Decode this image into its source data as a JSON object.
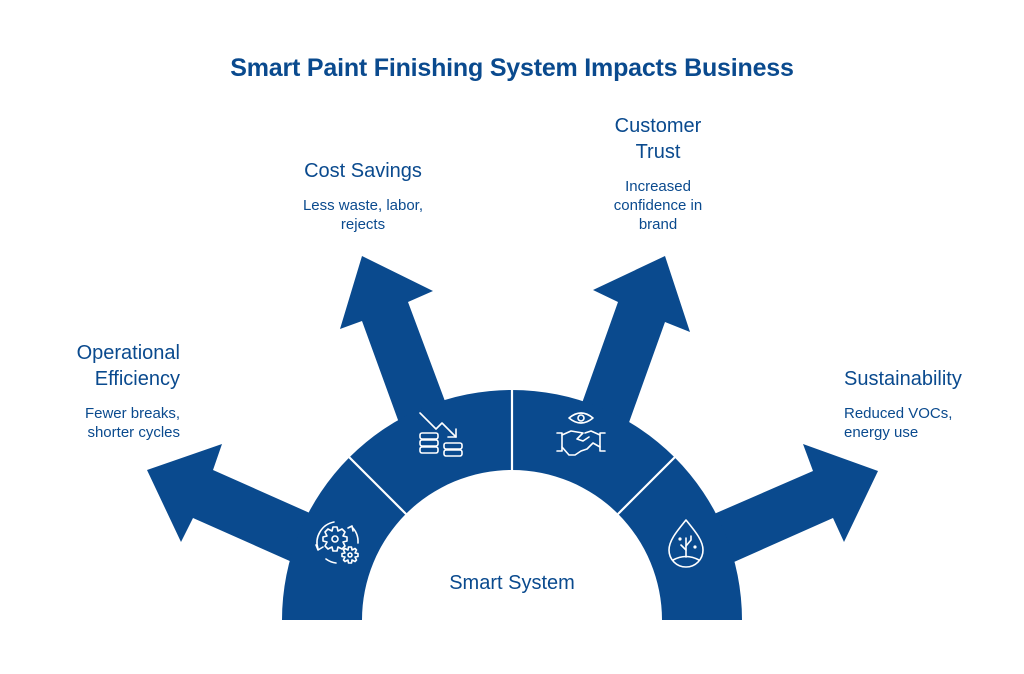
{
  "title": "Smart Paint Finishing System Impacts Business",
  "center_label": "Smart System",
  "colors": {
    "primary": "#0A4A8E",
    "background": "#FFFFFF",
    "icon_stroke": "#FFFFFF"
  },
  "impacts": [
    {
      "id": "operational-efficiency",
      "title_lines": [
        "Operational",
        "Efficiency"
      ],
      "description_lines": [
        "Fewer breaks,",
        "shorter cycles"
      ],
      "icon": "gears-cycle-icon"
    },
    {
      "id": "cost-savings",
      "title_lines": [
        "Cost Savings"
      ],
      "description_lines": [
        "Less waste, labor,",
        "rejects"
      ],
      "icon": "coins-down-trend-icon"
    },
    {
      "id": "customer-trust",
      "title_lines": [
        "Customer",
        "Trust"
      ],
      "description_lines": [
        "Increased",
        "confidence in",
        "brand"
      ],
      "icon": "handshake-eye-icon"
    },
    {
      "id": "sustainability",
      "title_lines": [
        "Sustainability"
      ],
      "description_lines": [
        "Reduced VOCs,",
        "energy use"
      ],
      "icon": "water-drop-plant-icon"
    }
  ]
}
